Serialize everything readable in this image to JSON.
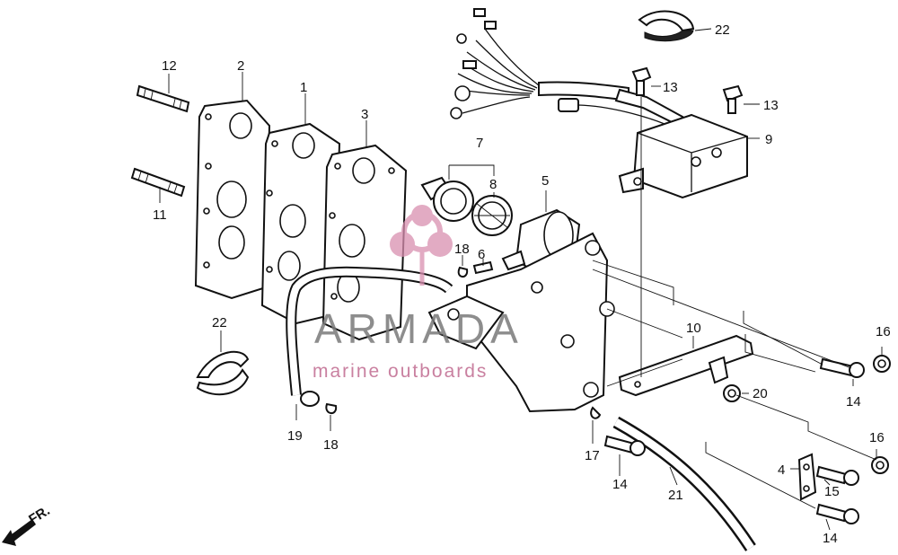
{
  "diagram": {
    "part_labels": {
      "p1": "1",
      "p2": "2",
      "p3": "3",
      "p4": "4",
      "p5": "5",
      "p6": "6",
      "p7": "7",
      "p8": "8",
      "p9": "9",
      "p10": "10",
      "p11": "11",
      "p12": "12",
      "p13a": "13",
      "p13b": "13",
      "p14a": "14",
      "p14b": "14",
      "p14c": "14",
      "p15": "15",
      "p16a": "16",
      "p16b": "16",
      "p17": "17",
      "p18a": "18",
      "p18b": "18",
      "p19": "19",
      "p20": "20",
      "p21": "21",
      "p22a": "22",
      "p22b": "22"
    },
    "direction_label": "FR."
  },
  "watermark": {
    "brand": "ARMADA",
    "tagline": "marine outboards",
    "accent_color": "#d98fb0"
  },
  "colors": {
    "line": "#111111",
    "background": "#ffffff"
  }
}
